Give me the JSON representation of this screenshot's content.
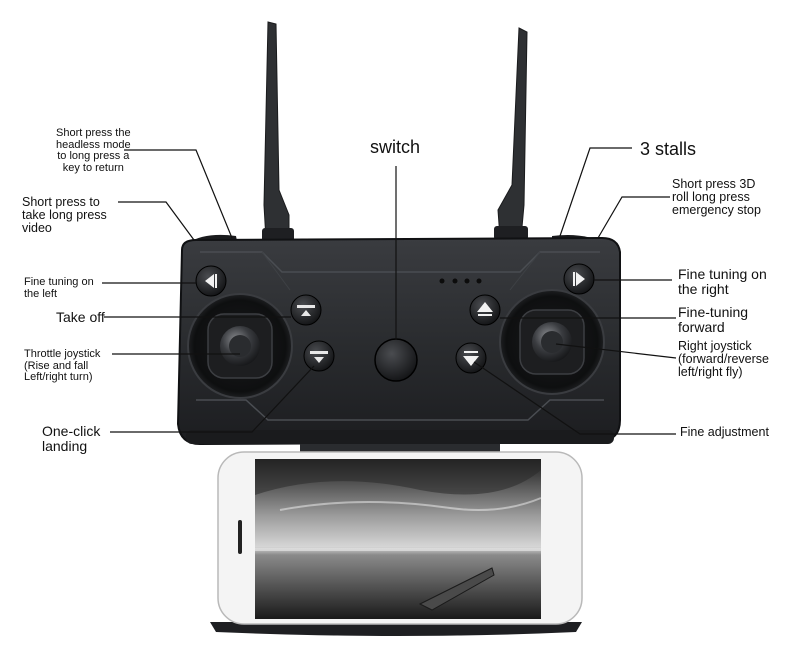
{
  "callouts": {
    "headless": "Short press the\nheadless mode\nto long press a\nkey to return",
    "video": "Short press to\ntake long press\nvideo",
    "fine_left": "Fine tuning on\nthe left",
    "take_off": "Take off",
    "throttle": "Throttle joystick\n(Rise and fall\nLeft/right turn)",
    "landing": "One-click\nlanding",
    "switch": "switch",
    "stalls": "3 stalls",
    "roll": "Short press 3D\nroll long press\nemergency stop",
    "fine_right": "Fine tuning on\nthe right",
    "fine_forward": "Fine-tuning\nforward",
    "right_joystick": "Right joystick\n(forward/reverse\nleft/right fly)",
    "fine_adjust": "Fine adjustment"
  },
  "colors": {
    "body": "#2b2d30",
    "body_dark": "#141517",
    "accent_line": "#4a4d52",
    "button": "#1b1c1e",
    "phone_frame": "#f4f4f4"
  }
}
